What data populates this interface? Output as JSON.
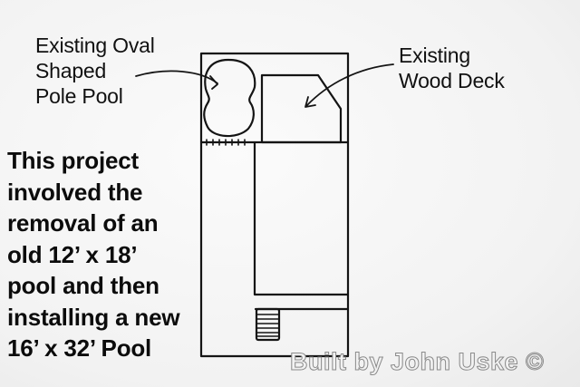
{
  "labels": {
    "pool_existing": [
      "Existing Oval",
      "Shaped",
      "Pole Pool"
    ],
    "deck_existing": [
      "Existing",
      "Wood Deck"
    ]
  },
  "description": {
    "lines": [
      "This project",
      "involved the",
      "removal of an",
      "old 12’ x 18’",
      "pool and then",
      "installing a new",
      "16’ x 32’ Pool"
    ]
  },
  "watermark": "Built by John Uske ©",
  "plan": {
    "old_pool_size": "12' x 18'",
    "new_pool_size": "16' x 32'",
    "line_color": "#141414"
  }
}
